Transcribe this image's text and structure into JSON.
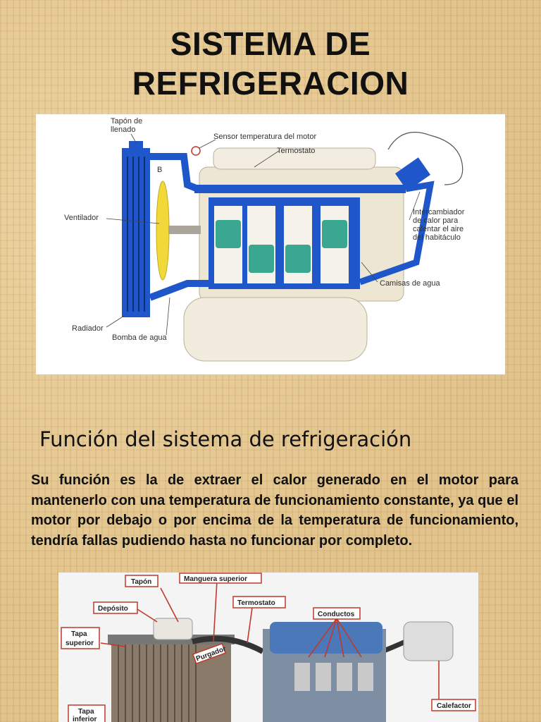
{
  "title": {
    "line1": "SISTEMA DE",
    "line2": "REFRIGERACION"
  },
  "diagram_top": {
    "labels": {
      "tapon": [
        "Tapón de",
        "llenado"
      ],
      "sensor": "Sensor temperatura del motor",
      "termostato": "Termostato",
      "ventilador": "Ventilador",
      "intercambiador": [
        "Intercambiador",
        "de calor para",
        "calentar el aire",
        "del habitáculo"
      ],
      "camisas": "Camisas de agua",
      "radiador": "Radiador",
      "bomba": "Bomba de agua",
      "marker": "B"
    }
  },
  "section": {
    "heading": "Función del sistema de refrigeración",
    "body": "Su función es la de extraer el calor generado en el motor para mantenerlo con una temperatura de funcionamiento  constante, ya que el motor por debajo o por encima de la temperatura de funcionamiento, tendría fallas pudiendo hasta no funcionar por completo."
  },
  "diagram_bottom": {
    "labels": {
      "tapon": "Tapón",
      "manguera": "Manguera superior",
      "deposito": "Depósito",
      "termostato": "Termostato",
      "conductos": "Conductos",
      "tapa_superior": [
        "Tapa",
        "superior"
      ],
      "purgador": "Purgador",
      "tapa_inferior": [
        "Tapa",
        "inferior"
      ],
      "calefactor": "Calefactor"
    }
  },
  "colors": {
    "background": "#e3c48c",
    "coolant": "#1f56c9",
    "piston": "#3aa890",
    "engine": "#ece6d2",
    "fan": "#f2d93a",
    "callout": "#c0392b"
  }
}
